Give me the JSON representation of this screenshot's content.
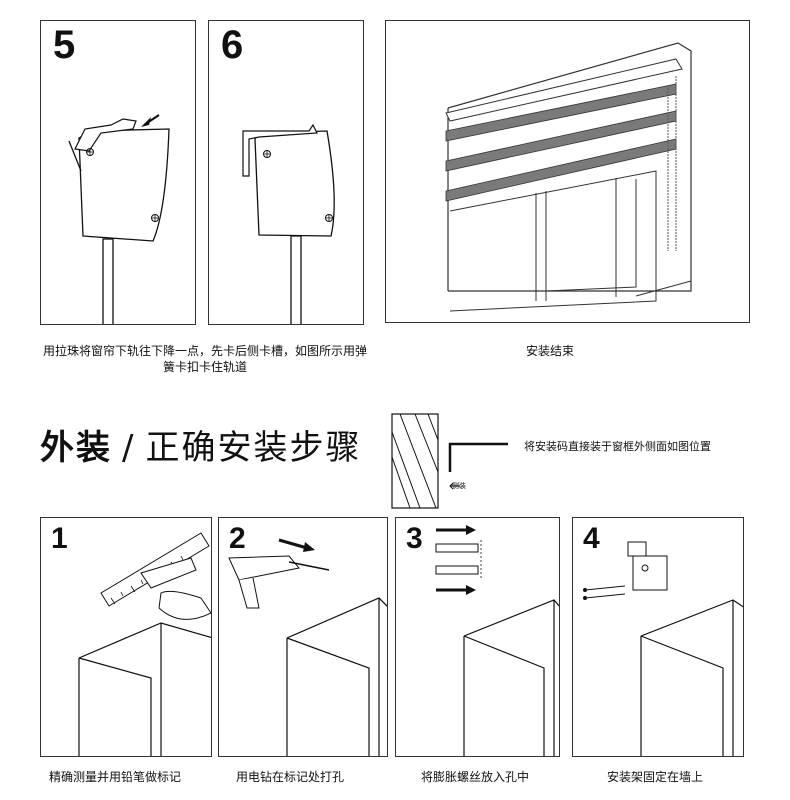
{
  "top_steps": [
    {
      "number": "5",
      "caption": "用拉珠将窗帘下轨往下降一点，先卡后侧卡槽，如图所示用弹簧卡扣卡住轨道"
    },
    {
      "number": "6",
      "caption": ""
    },
    {
      "number": "",
      "caption": "安装结束"
    }
  ],
  "section": {
    "title_bold": "外装",
    "slash": "/",
    "title_rest": "正确安装步骤",
    "note": "将安装码直接装于窗框外侧面如图位置",
    "side_label": "侧装"
  },
  "bottom_steps": [
    {
      "number": "1",
      "caption": "精确测量并用铅笔做标记"
    },
    {
      "number": "2",
      "caption": "用电钻在标记处打孔"
    },
    {
      "number": "3",
      "caption": "将膨胀螺丝放入孔中"
    },
    {
      "number": "4",
      "caption": "安装架固定在墙上"
    }
  ]
}
